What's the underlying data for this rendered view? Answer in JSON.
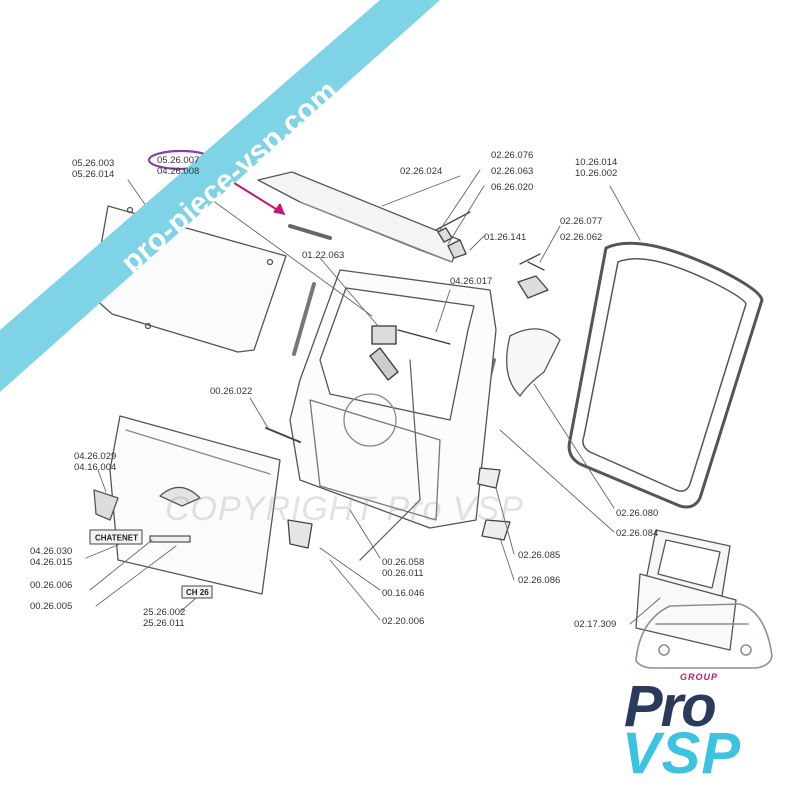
{
  "watermark_site": "pro-piece-vsp.com",
  "copyright_watermark": "COPYRIGHT Pro VSP",
  "brand": {
    "group_label": "GROUP",
    "name_top": "Pro",
    "name_bottom": "VSP",
    "colors": {
      "navy": "#2a3a5a",
      "cyan": "#3cc3e0",
      "magenta": "#c01873",
      "banner": "#7fd3e6"
    }
  },
  "highlight": {
    "part_ref": "05.26.007",
    "circle_color": "#8a3fa8",
    "arrow_color": "#c01873"
  },
  "plates": {
    "emblem_text": "CHATENET",
    "model_text": "CH 26"
  },
  "part_refs": [
    {
      "id": "glass",
      "lines": [
        "05.26.003",
        "05.26.014"
      ]
    },
    {
      "id": "seal-top",
      "lines": [
        "05.26.007",
        "04.26.008"
      ]
    },
    {
      "id": "spoiler",
      "lines": [
        "02.26.024"
      ]
    },
    {
      "id": "hinge-a",
      "lines": [
        "02.26.076",
        "02.26.063",
        "06.26.020"
      ]
    },
    {
      "id": "hinge-b",
      "lines": [
        "01.26.141"
      ]
    },
    {
      "id": "bracket",
      "lines": [
        "02.26.077",
        "02.26.062"
      ]
    },
    {
      "id": "door-seal",
      "lines": [
        "10.26.014",
        "10.26.002"
      ]
    },
    {
      "id": "strut",
      "lines": [
        "01.22.063"
      ]
    },
    {
      "id": "wiper",
      "lines": [
        "04.26.017"
      ]
    },
    {
      "id": "cable",
      "lines": [
        "00.26.022"
      ]
    },
    {
      "id": "emblem",
      "lines": [
        "04.26.029",
        "04.16.004"
      ]
    },
    {
      "id": "plate-name",
      "lines": [
        "04.26.030",
        "04.26.015"
      ]
    },
    {
      "id": "trim-a",
      "lines": [
        "00.26.006"
      ]
    },
    {
      "id": "trim-b",
      "lines": [
        "00.26.005"
      ]
    },
    {
      "id": "plate-model",
      "lines": [
        "25.26.002",
        "25.26.011"
      ]
    },
    {
      "id": "lock-a",
      "lines": [
        "00.26.058",
        "00.26.011"
      ]
    },
    {
      "id": "lock-b",
      "lines": [
        "00.16.046"
      ]
    },
    {
      "id": "lock-c",
      "lines": [
        "02.20.006"
      ]
    },
    {
      "id": "cover-a",
      "lines": [
        "02.26.080"
      ]
    },
    {
      "id": "cover-b",
      "lines": [
        "02.26.084"
      ]
    },
    {
      "id": "clip-a",
      "lines": [
        "02.26.085"
      ]
    },
    {
      "id": "clip-b",
      "lines": [
        "02.26.086"
      ]
    },
    {
      "id": "assembly",
      "lines": [
        "02.17.309"
      ]
    }
  ]
}
